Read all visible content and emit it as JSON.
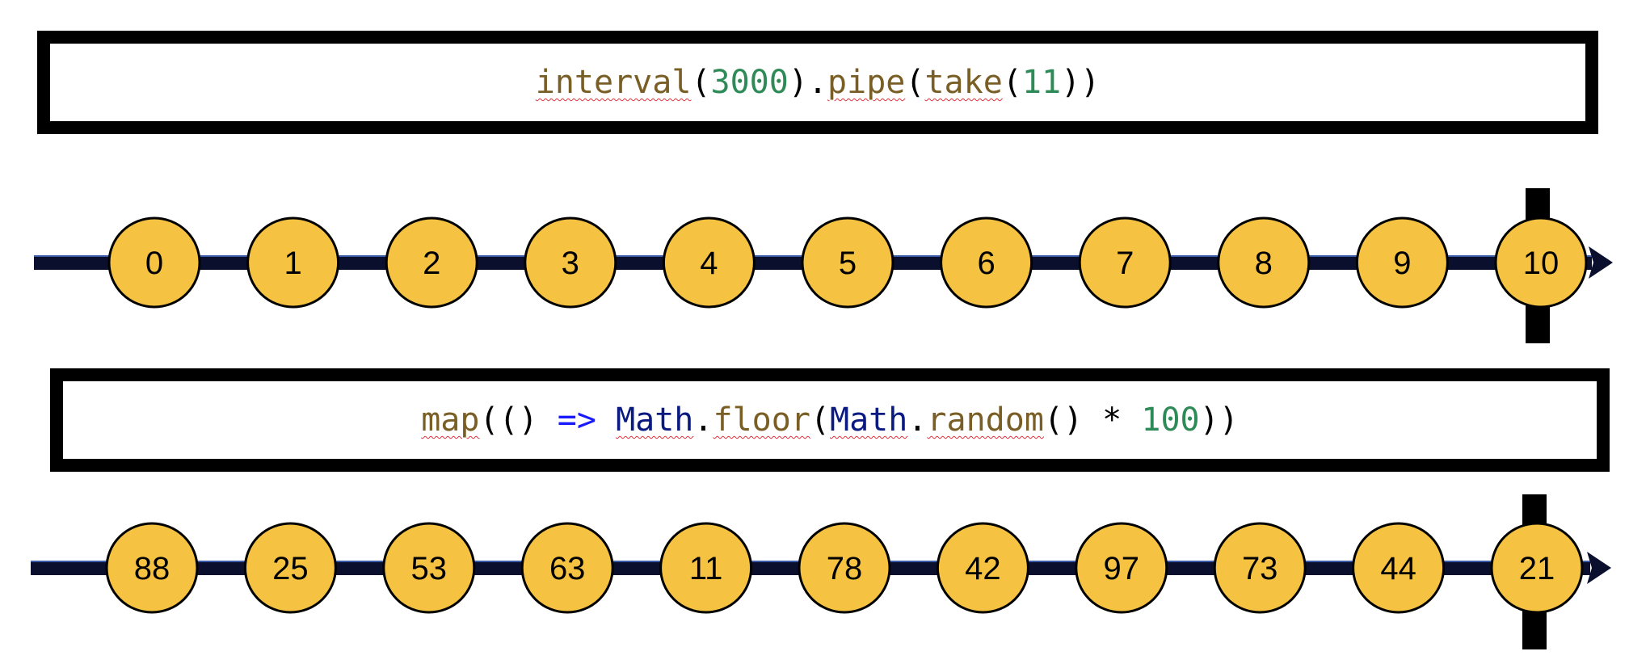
{
  "operators": [
    {
      "tokens": [
        {
          "t": "interval",
          "k": "fn"
        },
        {
          "t": "(",
          "k": "punc"
        },
        {
          "t": "3000",
          "k": "num"
        },
        {
          "t": ")",
          "k": "punc"
        },
        {
          "t": ".",
          "k": "punc"
        },
        {
          "t": "pipe",
          "k": "fn"
        },
        {
          "t": "(",
          "k": "punc"
        },
        {
          "t": "take",
          "k": "fn"
        },
        {
          "t": "(",
          "k": "punc"
        },
        {
          "t": "11",
          "k": "num"
        },
        {
          "t": "))",
          "k": "punc"
        }
      ]
    },
    {
      "tokens": [
        {
          "t": "map",
          "k": "fn"
        },
        {
          "t": "(() ",
          "k": "punc"
        },
        {
          "t": "=>",
          "k": "kw"
        },
        {
          "t": " ",
          "k": "punc"
        },
        {
          "t": "Math",
          "k": "ident"
        },
        {
          "t": ".",
          "k": "punc"
        },
        {
          "t": "floor",
          "k": "fn"
        },
        {
          "t": "(",
          "k": "punc"
        },
        {
          "t": "Math",
          "k": "ident"
        },
        {
          "t": ".",
          "k": "punc"
        },
        {
          "t": "random",
          "k": "fn"
        },
        {
          "t": "() ",
          "k": "punc"
        },
        {
          "t": "*",
          "k": "op"
        },
        {
          "t": " ",
          "k": "punc"
        },
        {
          "t": "100",
          "k": "num"
        },
        {
          "t": "))",
          "k": "punc"
        }
      ]
    }
  ],
  "timelines": [
    {
      "marbles": [
        "0",
        "1",
        "2",
        "3",
        "4",
        "5",
        "6",
        "7",
        "8",
        "9",
        "10"
      ],
      "completes": true
    },
    {
      "marbles": [
        "88",
        "25",
        "53",
        "63",
        "11",
        "78",
        "42",
        "97",
        "73",
        "44",
        "21"
      ],
      "completes": true
    }
  ],
  "colors": {
    "marble_fill": "#f5c242",
    "marble_stroke": "#000000",
    "timeline": "#0a0f2e",
    "completion_bar": "#000000"
  }
}
